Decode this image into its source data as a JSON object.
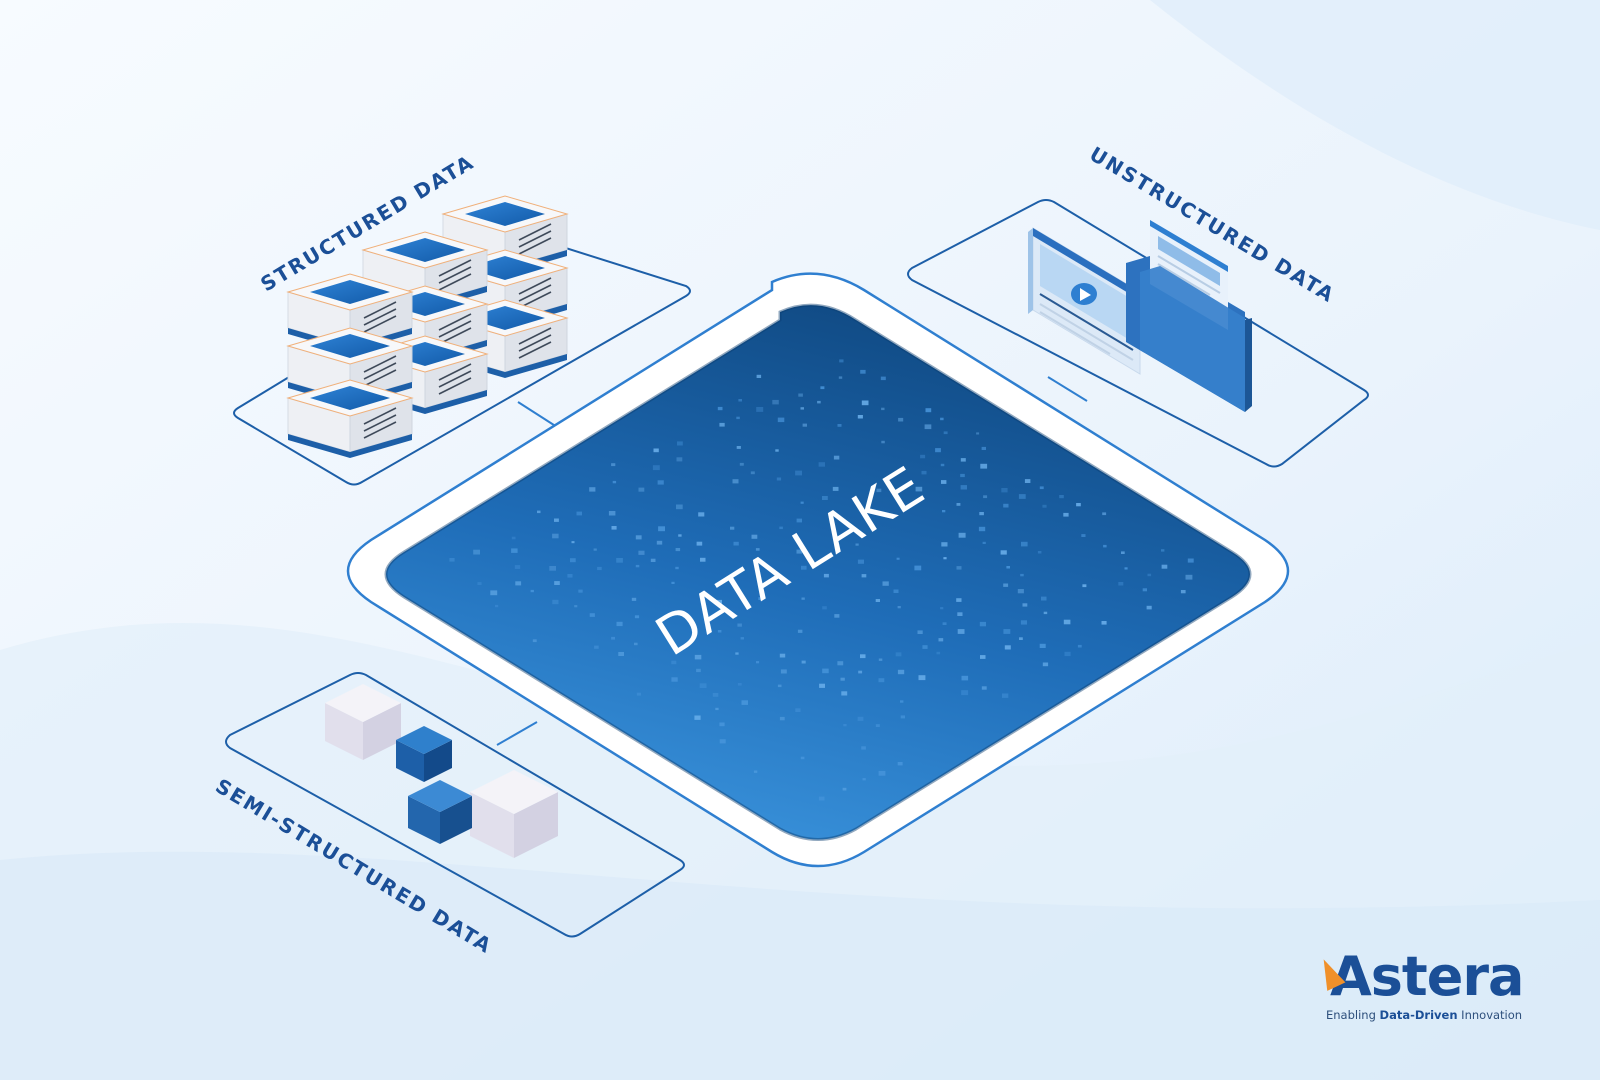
{
  "diagram": {
    "center_label": "DATA LAKE",
    "structured_label": "STRUCTURED DATA",
    "unstructured_label": "UNSTRUCTURED DATA",
    "semi_structured_label": "SEMI-STRUCTURED DATA"
  },
  "brand": {
    "name": "Astera",
    "tagline_prefix": "Enabling ",
    "tagline_bold": "Data-Driven",
    "tagline_suffix": " Innovation"
  },
  "colors": {
    "lake_dark": "#134f94",
    "lake_light": "#2f86d3",
    "outline": "#2f7fd0",
    "panel_outline": "#1d5fa8",
    "label": "#1b4f97",
    "cube_dark": "#1e62a8",
    "cube_light": "#e6e4f0",
    "accent": "#f0902a"
  },
  "icons": {
    "structured": "server-stack-icon",
    "unstructured": "media-folder-icon",
    "semi_structured": "cubes-icon",
    "play": "play-icon"
  }
}
